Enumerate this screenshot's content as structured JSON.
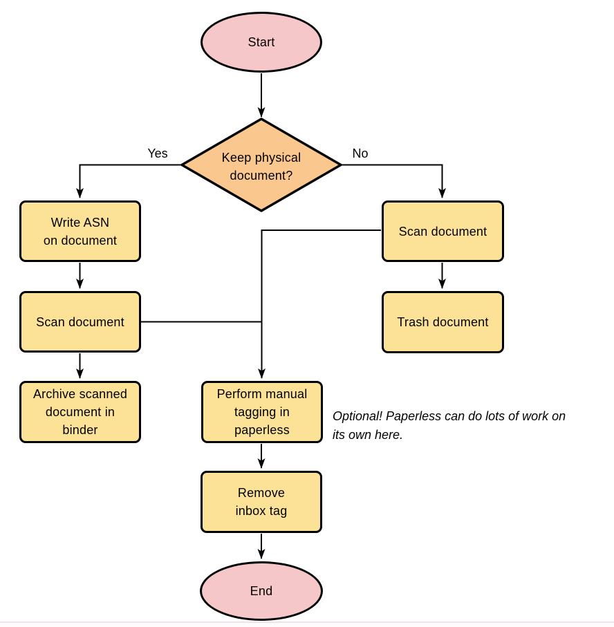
{
  "diagram": {
    "nodes": {
      "start": {
        "label": "Start"
      },
      "decision": {
        "label": "Keep physical\ndocument?"
      },
      "write_asn": {
        "label": "Write ASN\non document"
      },
      "scan_keep": {
        "label": "Scan document"
      },
      "archive": {
        "label": "Archive scanned\ndocument in\nbinder"
      },
      "scan_discard": {
        "label": "Scan document"
      },
      "trash": {
        "label": "Trash document"
      },
      "tagging": {
        "label": "Perform manual\ntagging in\npaperless"
      },
      "remove_inbox": {
        "label": "Remove\ninbox tag"
      },
      "end": {
        "label": "End"
      }
    },
    "edge_labels": {
      "yes": "Yes",
      "no": "No"
    },
    "note": "Optional! Paperless can do lots of work on\nits own here.",
    "colors": {
      "terminator_fill": "#F6C7C8",
      "decision_fill": "#FAC78E",
      "process_fill": "#FBE296",
      "stroke": "#000000",
      "background": "#FFFFFF"
    }
  }
}
